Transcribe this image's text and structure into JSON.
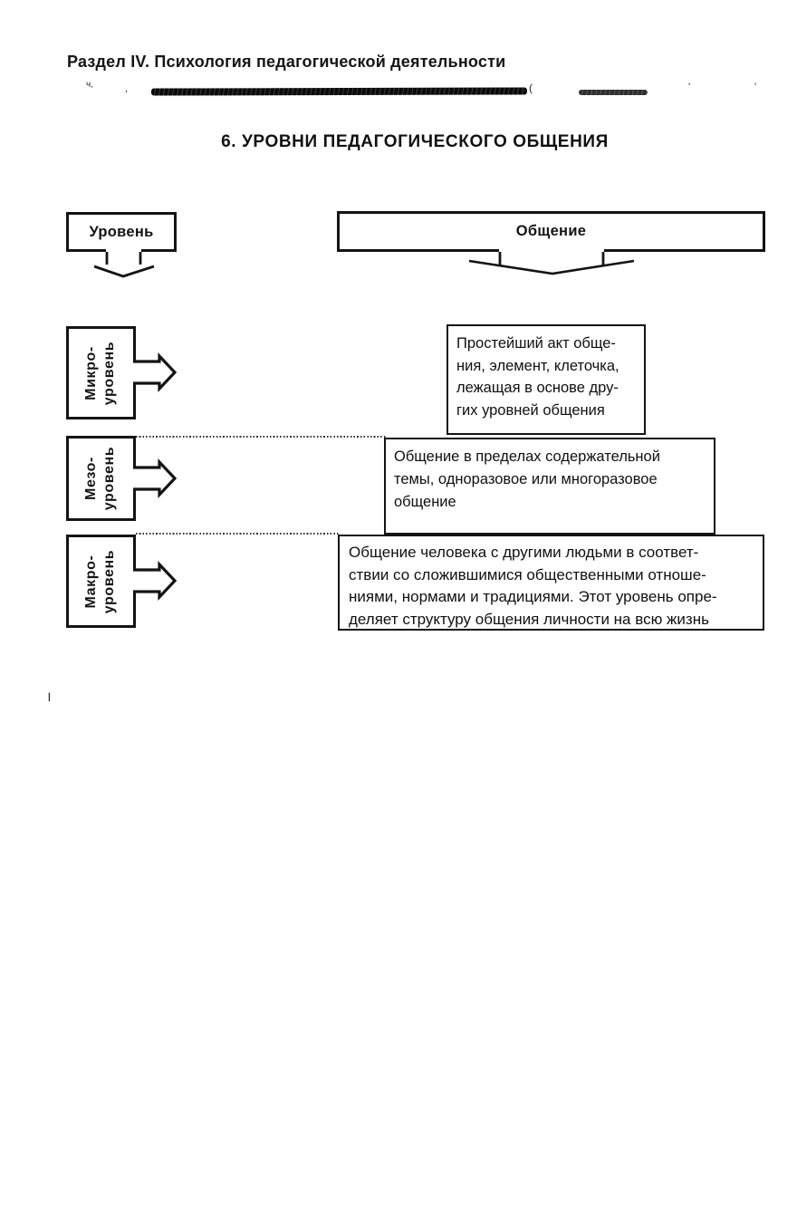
{
  "page": {
    "header": "Раздел IV. Психология педагогической деятельности",
    "title": "6. УРОВНИ ПЕДАГОГИЧЕСКОГО ОБЩЕНИЯ",
    "artifacts": {
      "a1": "ч,",
      "a2": ",",
      "a3": "(",
      "a4": "'",
      "a5": "'",
      "a6": "|"
    }
  },
  "diagram": {
    "column_headers": [
      {
        "label": "Уровень"
      },
      {
        "label": "Общение"
      }
    ],
    "rows": [
      {
        "level": "Микро-\nуровень",
        "description": "Простейший акт обще-\nния, элемент, клеточка,\nлежащая в основе дру-\nгих уровней общения"
      },
      {
        "level": "Мезо-\nуровень",
        "description": "Общение в пределах содержательной\nтемы, одноразовое или многоразовое\nобщение"
      },
      {
        "level": "Макро-\nуровень",
        "description": "Общение человека с другими людьми в соответ-\nствии со сложившимися общественными отноше-\nниями, нормами и традициями. Этот уровень опре-\nделяет структуру общения личности на всю жизнь"
      }
    ],
    "colors": {
      "ink": "#141414",
      "paper": "#ffffff"
    }
  }
}
